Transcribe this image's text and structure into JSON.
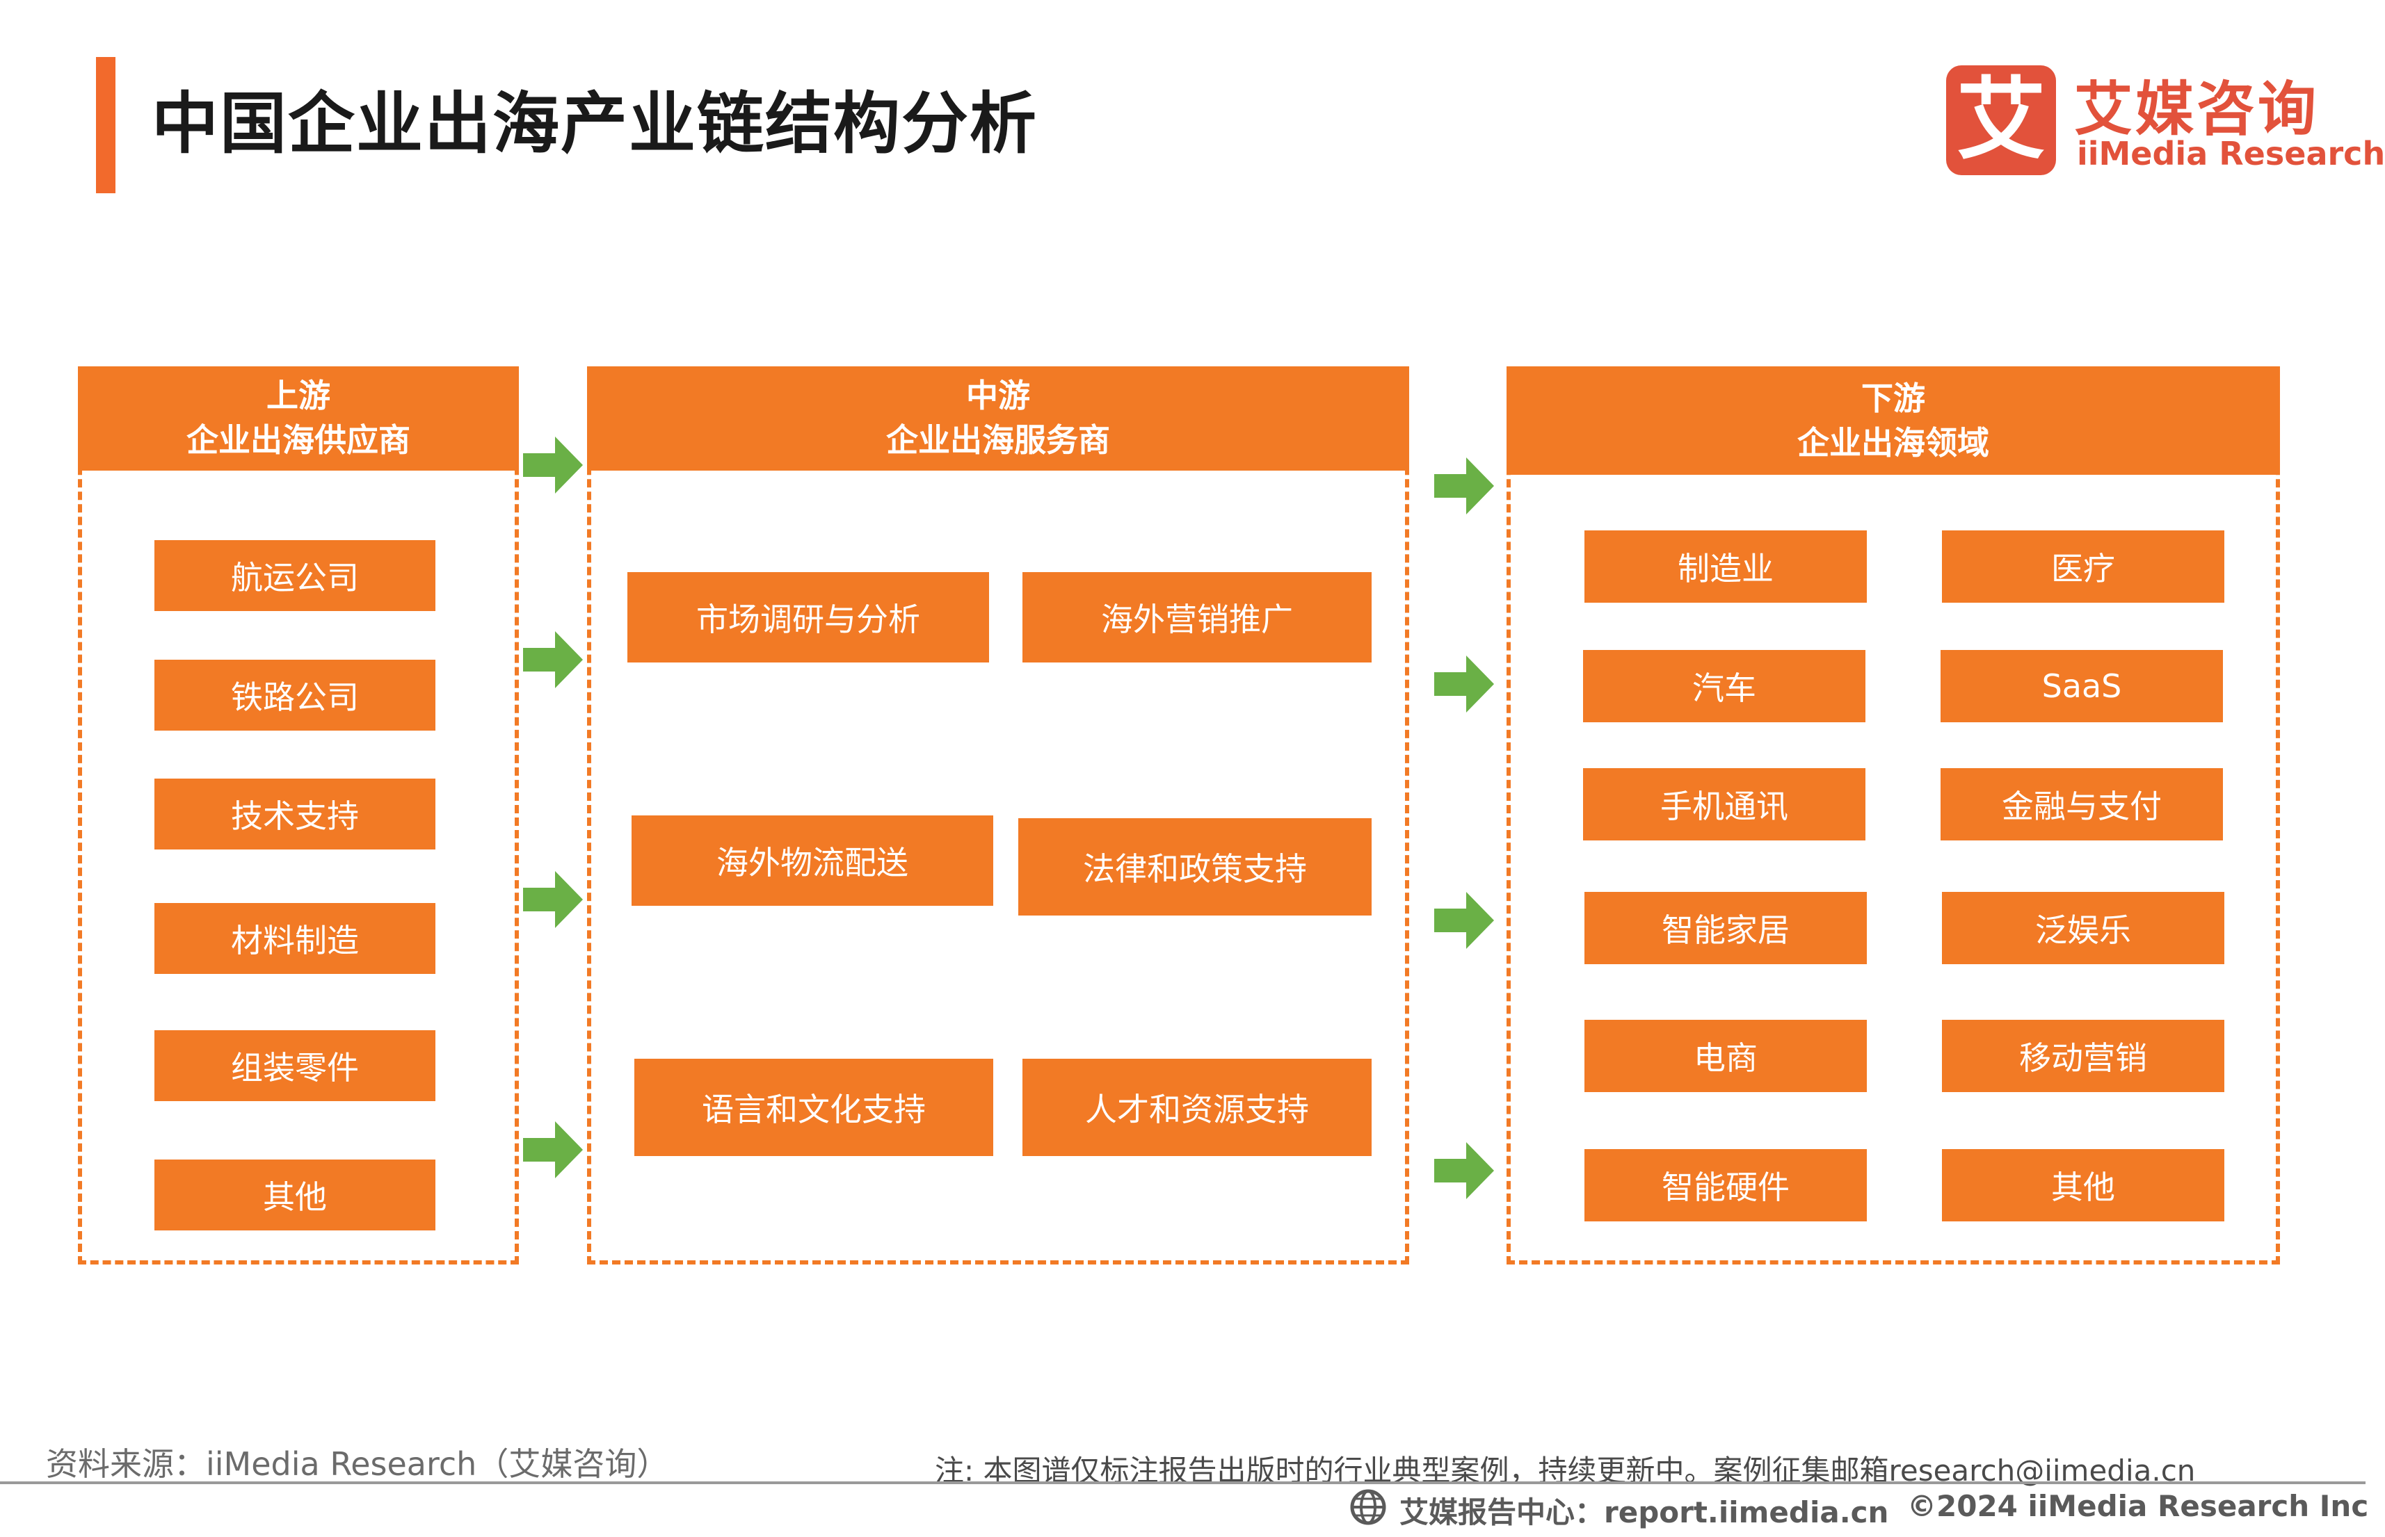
{
  "title": "中国企业出海产业链结构分析",
  "logo": {
    "mark": "艾",
    "name_cn": "艾媒咨询",
    "name_en": "iiMedia Research"
  },
  "columns": {
    "upstream": {
      "header_line1": "上游",
      "header_line2": "企业出海供应商",
      "items": [
        "航运公司",
        "铁路公司",
        "技术支持",
        "材料制造",
        "组装零件",
        "其他"
      ]
    },
    "midstream": {
      "header_line1": "中游",
      "header_line2": "企业出海服务商",
      "items": [
        "市场调研与分析",
        "海外营销推广",
        "海外物流配送",
        "法律和政策支持",
        "语言和文化支持",
        "人才和资源支持"
      ]
    },
    "downstream": {
      "header_line1": "下游",
      "header_line2": "企业出海领域",
      "items": [
        "制造业",
        "医疗",
        "汽车",
        "SaaS",
        "手机通讯",
        "金融与支付",
        "智能家居",
        "泛娱乐",
        "电商",
        "移动营销",
        "智能硬件",
        "其他"
      ]
    }
  },
  "colors": {
    "accent": "#f27a25",
    "arrow": "#6ab046",
    "title_bar": "#f26a2c",
    "logo": "#e2523b"
  },
  "icons": {
    "arrow": "right-arrow-icon",
    "globe": "globe-icon"
  },
  "footer": {
    "source": "资料来源：iiMedia Research（艾媒咨询）",
    "note": "注: 本图谱仅标注报告出版时的行业典型案例，持续更新中。案例征集邮箱research@iimedia.cn",
    "center": "艾媒报告中心：report.iimedia.cn",
    "copyright": "©2024  iiMedia Research  Inc"
  }
}
